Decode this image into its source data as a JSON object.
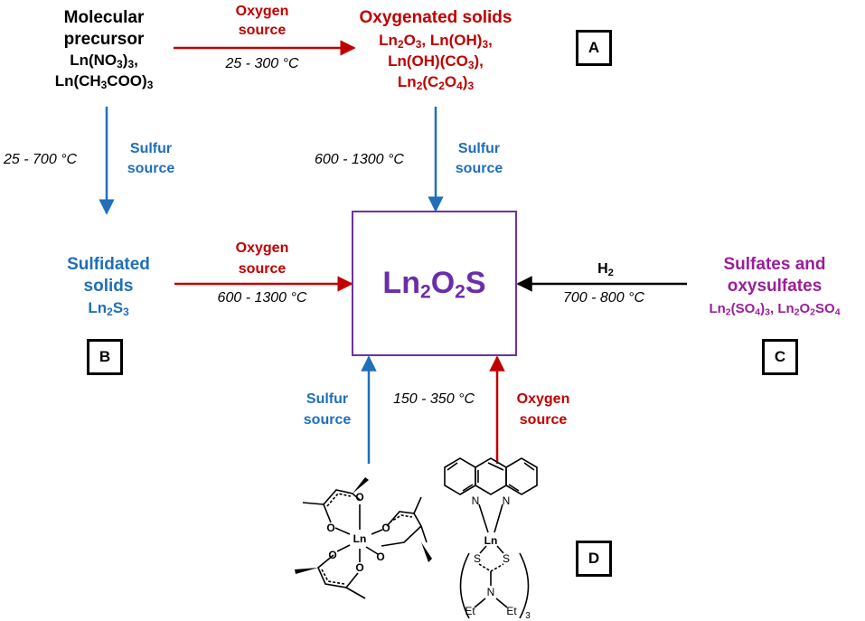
{
  "precursor": {
    "title_line1": "Molecular",
    "title_line2": "precursor",
    "formula1": {
      "a": "Ln(NO",
      "s1": "3",
      "b": ")",
      "s2": "3",
      "c": ","
    },
    "formula2": {
      "a": "Ln(CH",
      "s1": "3",
      "b": "COO)",
      "s2": "3"
    }
  },
  "oxygenated": {
    "title": "Oxygenated solids",
    "line1": {
      "a": "Ln",
      "s1": "2",
      "b": "O",
      "s2": "3",
      "c": ", Ln(OH)",
      "s3": "3",
      "d": ","
    },
    "line2": {
      "a": "Ln(OH)(CO",
      "s1": "3",
      "b": "),"
    },
    "line3": {
      "a": "Ln",
      "s1": "2",
      "b": "(C",
      "s2": "2",
      "c": "O",
      "s3": "4",
      "d": ")",
      "s4": "3"
    },
    "label": "A"
  },
  "sulfidated": {
    "title_line1": "Sulfidated",
    "title_line2": "solids",
    "formula": {
      "a": "Ln",
      "s1": "2",
      "b": "S",
      "s2": "3"
    },
    "label": "B"
  },
  "sulfates": {
    "title_line1": "Sulfates and",
    "title_line2": "oxysulfates",
    "formula": {
      "a": "Ln",
      "s1": "2",
      "b": "(SO",
      "s2": "4",
      "c": ")",
      "s3": "3",
      "d": ", Ln",
      "s4": "2",
      "e": "O",
      "s5": "2",
      "f": "SO",
      "s6": "4"
    },
    "label": "C"
  },
  "product": {
    "a": "Ln",
    "s1": "2",
    "b": "O",
    "s2": "2",
    "c": "S"
  },
  "complexes": {
    "label": "D"
  },
  "arrows": {
    "top_oxygen_line1": "Oxygen",
    "top_oxygen_line2": "source",
    "top_oxygen_temp": "25 - 300 °C",
    "left_sulfur_line1": "Sulfur",
    "left_sulfur_line2": "source",
    "left_sulfur_temp": "25 - 700 °C",
    "right_sulfur_line1": "Sulfur",
    "right_sulfur_line2": "source",
    "right_sulfur_temp": "600 - 1300 °C",
    "mid_oxygen_line1": "Oxygen",
    "mid_oxygen_line2": "source",
    "mid_oxygen_temp": "600 - 1300 °C",
    "h2": {
      "a": "H",
      "s1": "2"
    },
    "h2_temp": "700 - 800 °C",
    "bottom_sulfur_line1": "Sulfur",
    "bottom_sulfur_line2": "source",
    "bottom_temp": "150 - 350 °C",
    "bottom_oxygen_line1": "Oxygen",
    "bottom_oxygen_line2": "source"
  },
  "atoms": {
    "ln": "Ln",
    "o": "O",
    "n": "N",
    "s": "S",
    "et": "Et",
    "subscript3": "3"
  },
  "colors": {
    "oxygen": "#c00000",
    "sulfur": "#1f6fba",
    "sulfates": "#9a1e9a",
    "product": "#6a2ea8",
    "h2": "#000000"
  }
}
